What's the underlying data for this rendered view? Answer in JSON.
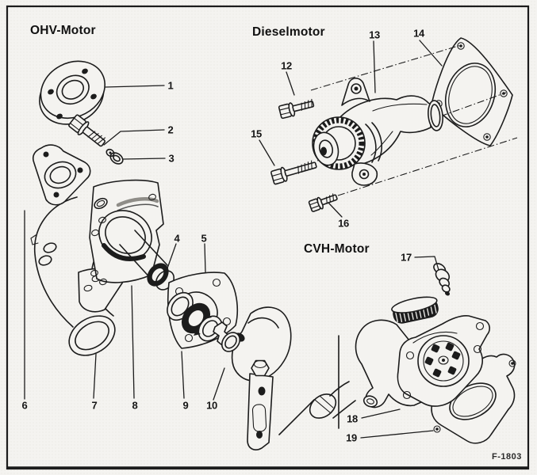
{
  "figure": {
    "code": "F-1803"
  },
  "sections": [
    {
      "label": "OHV-Motor",
      "parts": [
        "1",
        "2",
        "3",
        "4",
        "5",
        "6",
        "7",
        "8",
        "9",
        "10"
      ]
    },
    {
      "label": "Dieselmotor",
      "parts": [
        "12",
        "13",
        "14",
        "15",
        "16"
      ]
    },
    {
      "label": "CVH-Motor",
      "parts": [
        "17",
        "18",
        "19"
      ]
    }
  ],
  "colors": {
    "ink": "#1c1c1c",
    "paper": "#f4f3f0"
  }
}
